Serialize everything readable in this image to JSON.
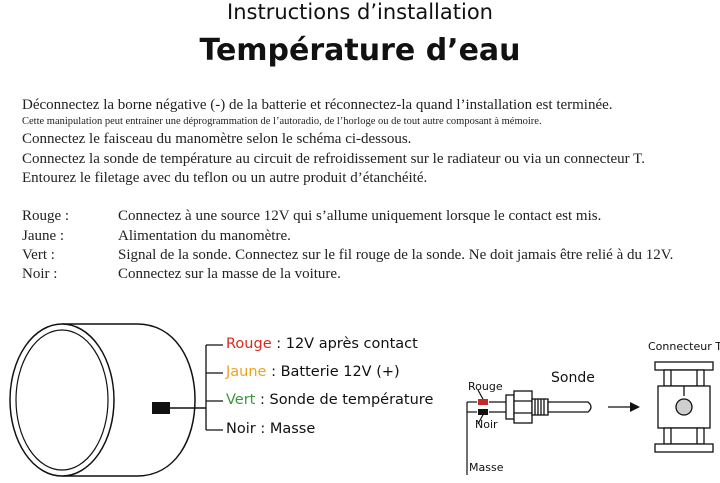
{
  "header": {
    "subtitle": "Instructions d’installation",
    "title": "Température d’eau"
  },
  "instructions": {
    "line1": "Déconnectez la borne négative (-) de la batterie et réconnectez-la quand l’installation est terminée.",
    "note": "Cette manipulation peut entrainer une déprogrammation de l’autoradio, de l’horloge ou de tout autre composant à mémoire.",
    "line2": "Connectez le faisceau du manomètre selon le schéma ci-dessous.",
    "line3": "Connectez la sonde de température au circuit de refroidissement sur le radiateur ou via un connecteur T.",
    "line4": "Entourez le filetage avec du teflon ou un autre produit d’étanchéité."
  },
  "wires_table": [
    {
      "color": "Rouge :",
      "text": "Connectez à une source 12V qui s’allume uniquement lorsque le contact est mis."
    },
    {
      "color": "Jaune :",
      "text": "Alimentation du manomètre."
    },
    {
      "color": "Vert :",
      "text": "Signal de la sonde. Connectez sur le fil rouge de la sonde. Ne doit jamais être relié à du 12V."
    },
    {
      "color": "Noir :",
      "text": "Connectez sur la masse de la voiture."
    }
  ],
  "diagram": {
    "wires": [
      {
        "color_name": "Rouge",
        "sep": " : ",
        "desc": "12V après contact",
        "hex": "#d62a1e"
      },
      {
        "color_name": "Jaune",
        "sep": " : ",
        "desc": "Batterie 12V (+)",
        "hex": "#f0a020"
      },
      {
        "color_name": "Vert",
        "sep": " : ",
        "desc": "Sonde de température",
        "hex": "#3a9a3a"
      },
      {
        "color_name": "Noir",
        "sep": " : ",
        "desc": "Masse",
        "hex": "#111111"
      }
    ],
    "sensor": {
      "title": "Sonde",
      "label_red": "Rouge",
      "label_black": "Noir",
      "label_ground": "Masse"
    },
    "connector_label": "Connecteur T"
  }
}
